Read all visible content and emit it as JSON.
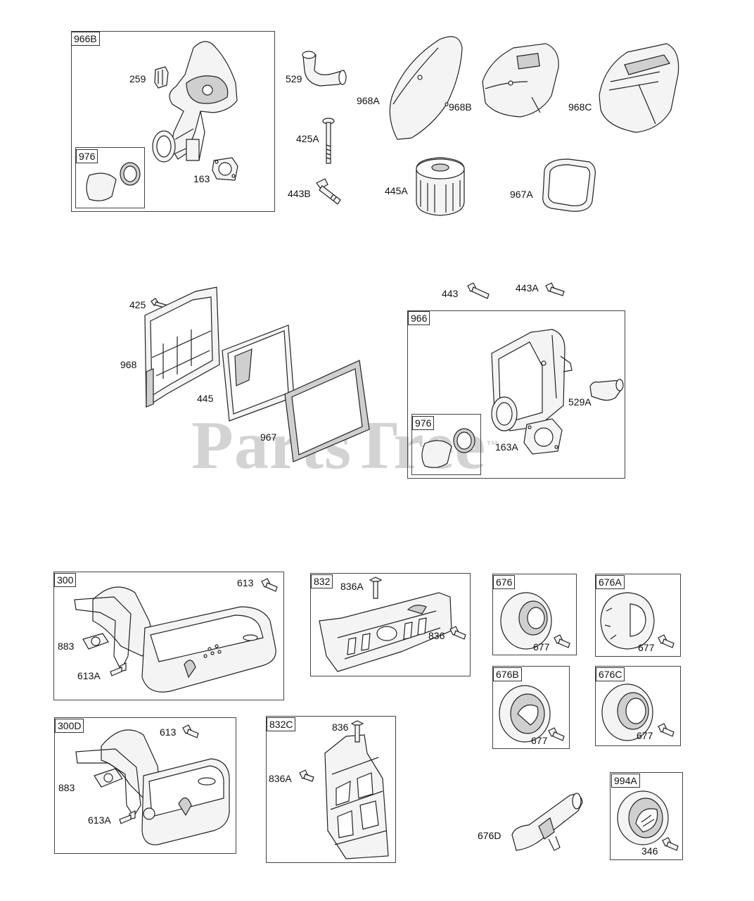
{
  "watermark": {
    "text": "PartsTree",
    "mark": "™"
  },
  "boxes": {
    "b966B": "966B",
    "b976a": "976",
    "b966": "966",
    "b976b": "976",
    "b300": "300",
    "b832": "832",
    "b676": "676",
    "b676A": "676A",
    "b676B": "676B",
    "b676C": "676C",
    "b300D": "300D",
    "b832C": "832C",
    "b994A": "994A"
  },
  "labels": {
    "l259": "259",
    "l163": "163",
    "l529": "529",
    "l425A": "425A",
    "l443B": "443B",
    "l968A": "968A",
    "l968B": "968B",
    "l968C": "968C",
    "l445A": "445A",
    "l967A": "967A",
    "l425": "425",
    "l968": "968",
    "l445": "445",
    "l967": "967",
    "l443": "443",
    "l443A": "443A",
    "l529A": "529A",
    "l163A": "163A",
    "l613": "613",
    "l883": "883",
    "l613A": "613A",
    "l836A": "836A",
    "l836": "836",
    "l677a": "677",
    "l677b": "677",
    "l677c": "677",
    "l677d": "677",
    "l613b": "613",
    "l883b": "883",
    "l613Ab": "613A",
    "l836b": "836",
    "l836Ab": "836A",
    "l676D": "676D",
    "l346": "346"
  }
}
